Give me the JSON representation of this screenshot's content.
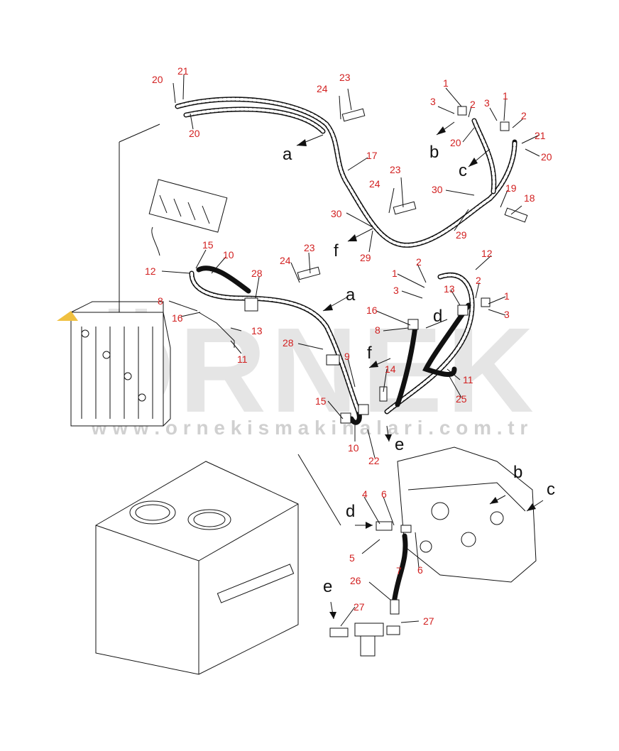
{
  "watermark": {
    "brand": "ÖRNEK",
    "url": "w w w . o r n e k i s m a k i n a l a r i . c o m . t r",
    "color": "#c9c9c9"
  },
  "colors": {
    "callout": "#d22020",
    "line": "#111111",
    "accent": "#f0c040"
  },
  "view_letters": [
    "a",
    "a",
    "b",
    "b",
    "c",
    "c",
    "d",
    "d",
    "e",
    "e",
    "f",
    "f"
  ],
  "callouts": [
    "20",
    "21",
    "20",
    "24",
    "23",
    "17",
    "23",
    "24",
    "30",
    "29",
    "1",
    "3",
    "2",
    "1",
    "3",
    "2",
    "20",
    "21",
    "20",
    "30",
    "19",
    "18",
    "29",
    "15",
    "10",
    "12",
    "28",
    "24",
    "23",
    "8",
    "16",
    "13",
    "11",
    "28",
    "9",
    "14",
    "15",
    "10",
    "22",
    "1",
    "2",
    "3",
    "12",
    "2",
    "13",
    "1",
    "3",
    "16",
    "8",
    "11",
    "25",
    "4",
    "6",
    "5",
    "7",
    "6",
    "26",
    "27",
    "27"
  ]
}
